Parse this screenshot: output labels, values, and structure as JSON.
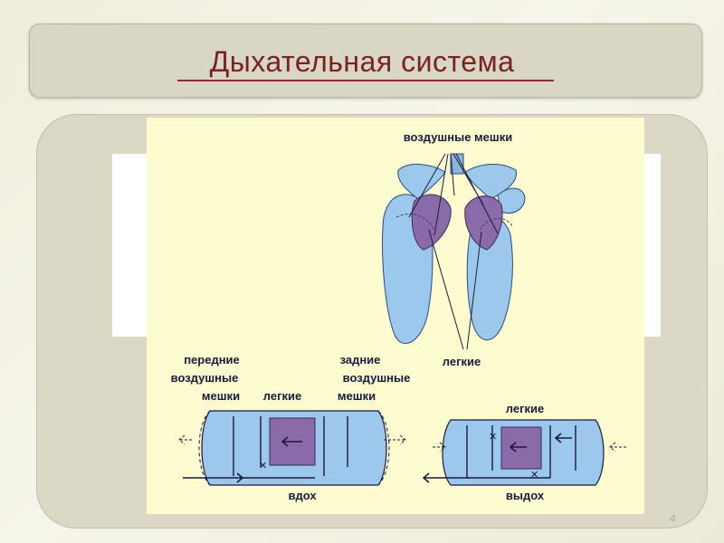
{
  "slide": {
    "title": "Дыхательная система",
    "page_number": "4"
  },
  "diagram": {
    "label_air_sacs": "воздушные мешки",
    "label_lungs_top": "легкие",
    "label_front_sacs": [
      "передние",
      "воздушные",
      "мешки"
    ],
    "label_lungs_left": "легкие",
    "label_rear_sacs": [
      "задние",
      "воздушные",
      "мешки"
    ],
    "label_lungs_right": "легкие",
    "label_inhale": "вдох",
    "label_exhale": "выдох"
  },
  "colors": {
    "title": "#7a2222",
    "sac_fill": "#9cc8ee",
    "lung_fill": "#8a6aa8",
    "figure_bg": "#fdfbd0"
  }
}
